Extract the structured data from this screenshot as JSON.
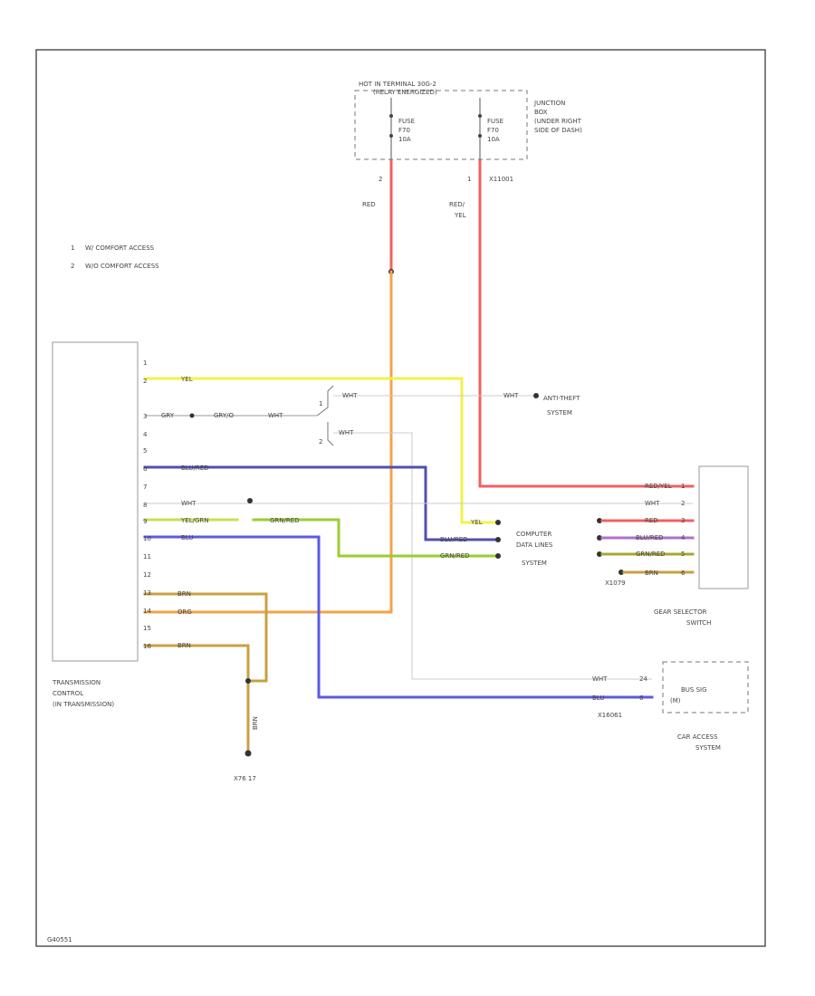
{
  "colors": {
    "red": "#f06060",
    "orange": "#f4a24a",
    "yellow": "#f2f24a",
    "blue": "#5a5ae6",
    "navy": "#5050b0",
    "green": "#9acd32",
    "olive": "#a8a830",
    "tan": "#c8a040",
    "white_wire": "#cccccc",
    "frame": "#555555"
  },
  "header": {
    "line1": "HOT IN TERMINAL 30G-2",
    "line2": "(RELAY ENERGIZED)",
    "fuse_left": [
      "FUSE",
      "F70",
      "10A"
    ],
    "fuse_right": [
      "FUSE",
      "F70",
      "10A"
    ],
    "junction_box": [
      "JUNCTION",
      "BOX",
      "(UNDER RIGHT",
      "SIDE OF DASH)"
    ],
    "pin_left": "2",
    "pin_right": "1",
    "connector": "X11001"
  },
  "legend": [
    {
      "num": "1",
      "text": "W/ COMFORT ACCESS"
    },
    {
      "num": "2",
      "text": "W/O COMFORT ACCESS"
    }
  ],
  "wires": {
    "red_left": "RED",
    "red_right": [
      "RED/",
      "YEL"
    ],
    "yel": "YEL",
    "gry": "GRY",
    "gry2": "GRY/O",
    "wht_a": "WHT",
    "wht_b": "WHT",
    "wht_c": "WHT",
    "blu_red": "BLU/RED",
    "wht_d": "WHT",
    "yel_grn": "YEL/GRN",
    "grn_red": "GRN/RED",
    "blu": "BLU",
    "brn1": "BRN",
    "org": "ORG",
    "brn2": "BRN",
    "brn3": "BRN",
    "yel_r": "YEL",
    "blu_red_r": "BLU/RED",
    "grn_red_r": "GRN/RED",
    "red_yel_gs": "RED/YEL",
    "wht_gs": "WHT",
    "red_gs": "RED",
    "blu_red_gs": "BLU/RED",
    "grn_red_gs": "GRN/RED",
    "brn_gs": "BRN",
    "wht_bus": "WHT",
    "blu_bus": "BLU"
  },
  "pins": {
    "tcu": [
      "1",
      "2",
      "3",
      "4",
      "5",
      "6",
      "7",
      "8",
      "9",
      "10",
      "11",
      "12",
      "13",
      "14",
      "15",
      "16"
    ],
    "gs": [
      "1",
      "2",
      "3",
      "4",
      "5",
      "6"
    ],
    "bus": [
      "24",
      "6"
    ]
  },
  "components": {
    "tcu_label": [
      "TRANSMISSION",
      "CONTROL",
      "(IN TRANSMISSION)"
    ],
    "anti_theft": [
      "ANTI-THEFT",
      "SYSTEM"
    ],
    "computer_lines": [
      "COMPUTER",
      "DATA LINES",
      "SYSTEM"
    ],
    "gear_selector": [
      "GEAR SELECTOR",
      "SWITCH"
    ],
    "bus_box": [
      "BUS SIG",
      "(M)"
    ],
    "car_access": [
      "CAR ACCESS",
      "SYSTEM"
    ],
    "ground1": "X16061",
    "ground2": "X76 17",
    "splice": "X1079",
    "footer": "G40551"
  }
}
